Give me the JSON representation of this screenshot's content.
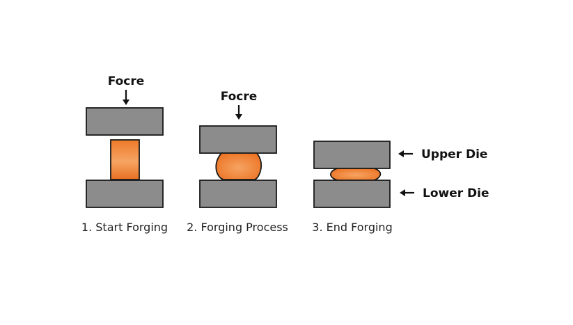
{
  "force_label": "Focre",
  "die_labels": {
    "upper": "Upper Die",
    "lower": "Lower Die"
  },
  "steps": [
    {
      "label": "1. Start Forging"
    },
    {
      "label": "2. Forging Process"
    },
    {
      "label": "3. End Forging"
    }
  ],
  "colors": {
    "die_fill": "#8c8c8c",
    "workpiece_fill": "#ef7a2a",
    "workpiece_highlight": "#f6a463",
    "outline": "#1a1a1a"
  }
}
